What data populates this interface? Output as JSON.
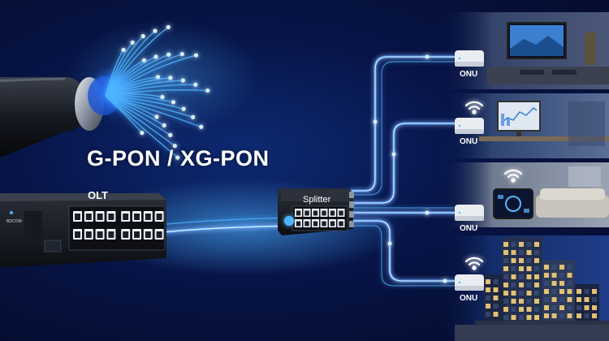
{
  "headline": "G-PON / XG-PON",
  "olt": {
    "label": "OLT",
    "brand": "BDCOM"
  },
  "splitter": {
    "label": "Splitter"
  },
  "onus": [
    {
      "label": "ONU",
      "room": "living room with TV"
    },
    {
      "label": "ONU",
      "room": "office desk"
    },
    {
      "label": "ONU",
      "room": "smart home lounge"
    },
    {
      "label": "ONU",
      "room": "apartment building"
    }
  ],
  "colors": {
    "background": "#071447",
    "fiber_glow": "#4fb4ff",
    "fiber_core": "#d6f0ff",
    "text": "#ffffff"
  },
  "icons": [
    "fiber-cable-icon",
    "wifi-icon",
    "router-icon"
  ]
}
